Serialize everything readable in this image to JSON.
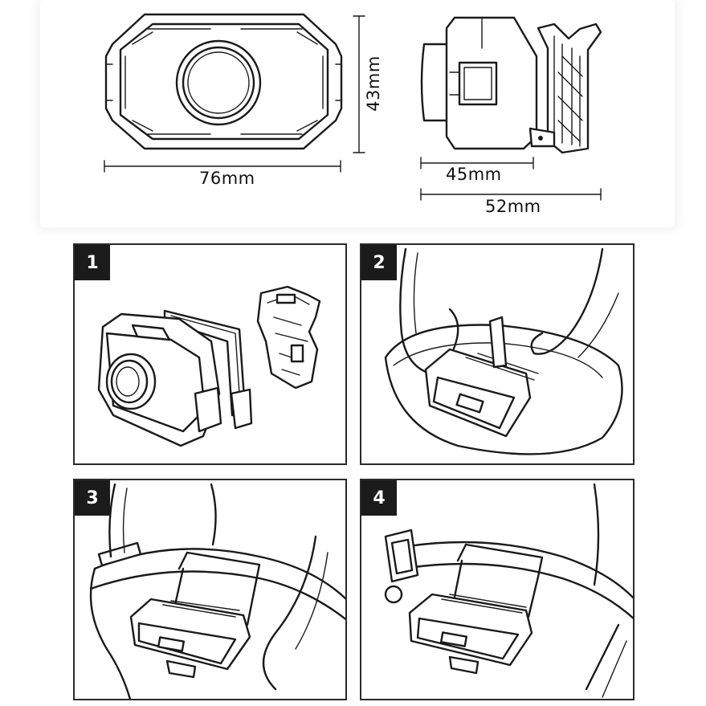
{
  "dimensions": {
    "front_width": "76mm",
    "front_height": "43mm",
    "side_body_width": "45mm",
    "side_total_width": "52mm"
  },
  "steps": [
    {
      "number": "1"
    },
    {
      "number": "2"
    },
    {
      "number": "3"
    },
    {
      "number": "4"
    }
  ]
}
